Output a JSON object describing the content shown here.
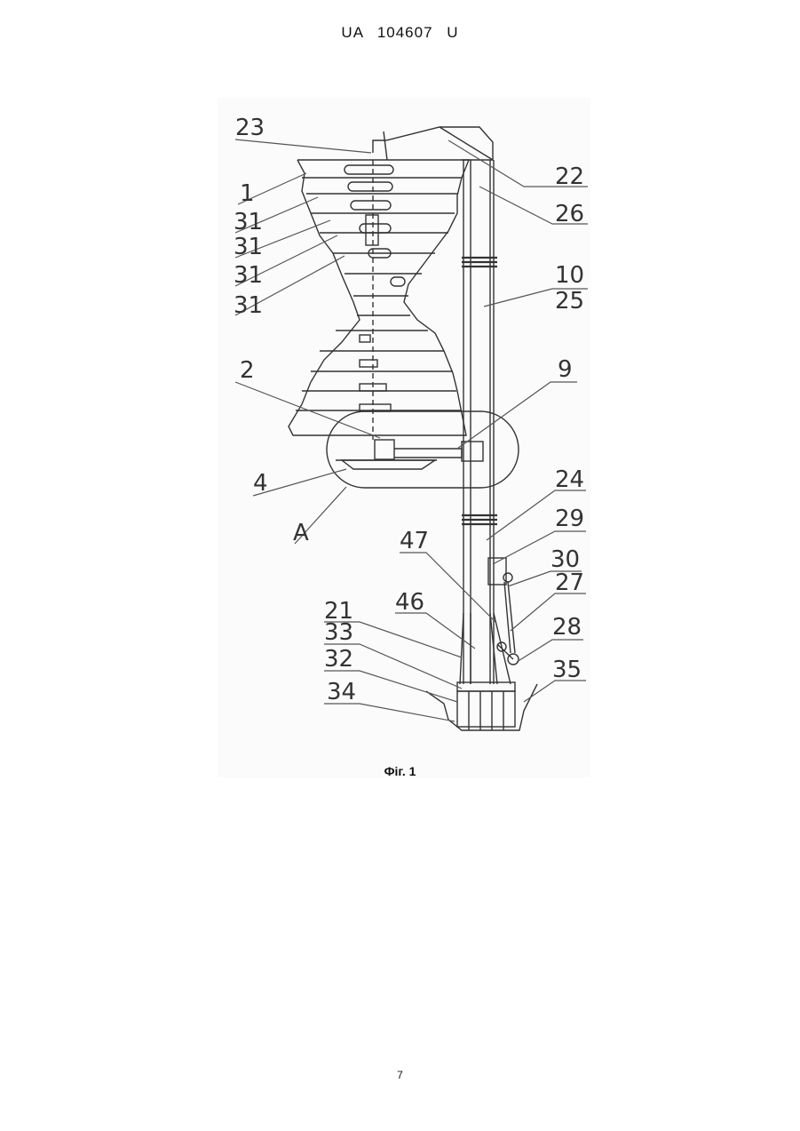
{
  "header": {
    "patent_number": "UA   104607   U"
  },
  "figure": {
    "caption": "Фіг. 1",
    "labels": {
      "l23": "23",
      "l22": "22",
      "l1": "1",
      "l31a": "31",
      "l31b": "31",
      "l31c": "31",
      "l31d": "31",
      "l26": "26",
      "l10": "10",
      "l25": "25",
      "l2": "2",
      "l9": "9",
      "l4": "4",
      "lA": "A",
      "l24": "24",
      "l29": "29",
      "l47": "47",
      "l30": "30",
      "l27": "27",
      "l21": "21",
      "l46": "46",
      "l28": "28",
      "l33": "33",
      "l32": "32",
      "l35": "35",
      "l34": "34"
    }
  },
  "footer": {
    "page_number": "7"
  }
}
